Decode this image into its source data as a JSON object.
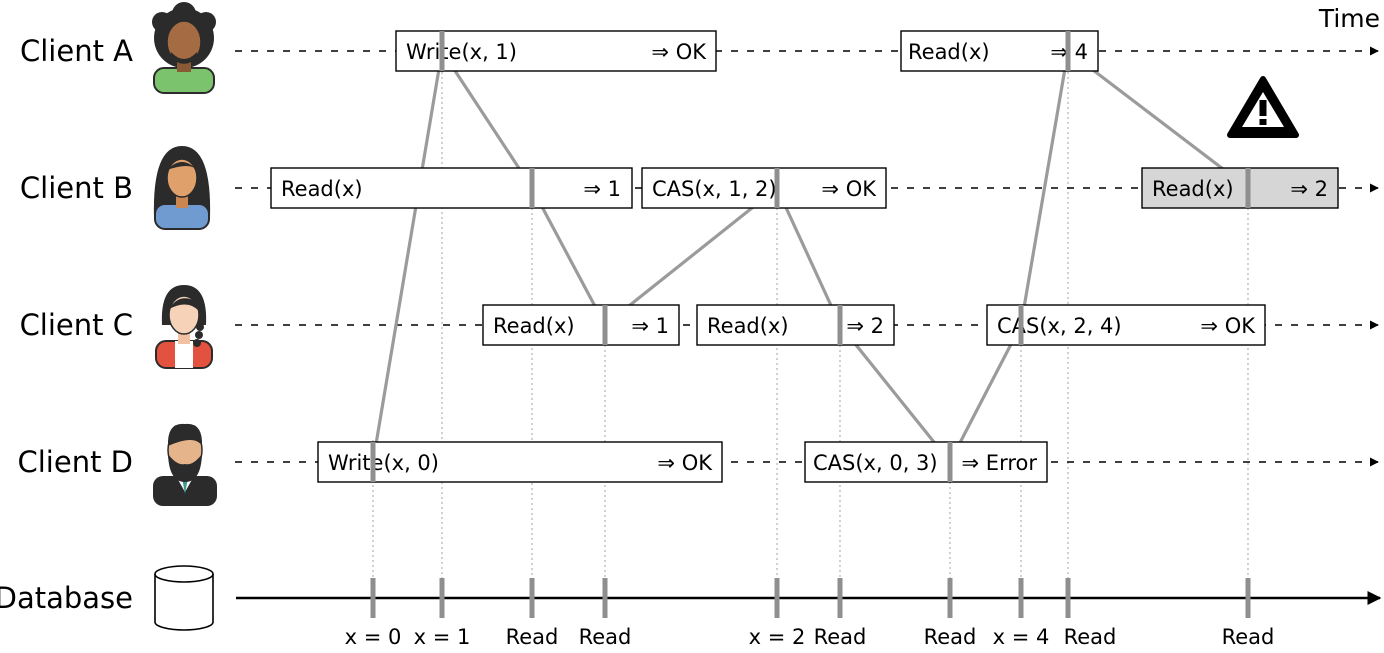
{
  "time_label": "Time",
  "clients": [
    {
      "id": "a",
      "label": "Client A",
      "avatar": "person-green-curly-hair-icon",
      "ops": [
        {
          "text": "Write(x, 1)",
          "result": "⇒ OK"
        },
        {
          "text": "Read(x)",
          "result": "⇒ 4"
        }
      ]
    },
    {
      "id": "b",
      "label": "Client B",
      "avatar": "person-blue-long-hair-icon",
      "ops": [
        {
          "text": "Read(x)",
          "result": "⇒ 1"
        },
        {
          "text": "CAS(x, 1, 2)",
          "result": "⇒ OK"
        },
        {
          "text": "Read(x)",
          "result": "⇒ 2",
          "stale": true
        }
      ]
    },
    {
      "id": "c",
      "label": "Client C",
      "avatar": "person-red-braid-icon",
      "ops": [
        {
          "text": "Read(x)",
          "result": "⇒ 1"
        },
        {
          "text": "Read(x)",
          "result": "⇒ 2"
        },
        {
          "text": "CAS(x, 2, 4)",
          "result": "⇒ OK"
        }
      ]
    },
    {
      "id": "d",
      "label": "Client D",
      "avatar": "person-bearded-suit-icon",
      "ops": [
        {
          "text": "Write(x, 0)",
          "result": "⇒ OK"
        },
        {
          "text": "CAS(x, 0, 3)",
          "result": "⇒ Error"
        }
      ]
    }
  ],
  "database": {
    "label": "Database",
    "icon": "database-cylinder-icon",
    "ticks": [
      "x = 0",
      "x = 1",
      "Read",
      "Read",
      "x = 2",
      "Read",
      "Read",
      "x = 4",
      "Read",
      "Read"
    ]
  },
  "warning_icon": "warning-triangle-icon",
  "colors": {
    "connector": "#9b9b9b",
    "stale_fill": "#d6d6d6",
    "client_a_shirt": "#7cc36d",
    "client_b_shirt": "#6f9bd1",
    "client_c_shirt": "#e2523f",
    "client_d_suit": "#2b2b2b"
  }
}
